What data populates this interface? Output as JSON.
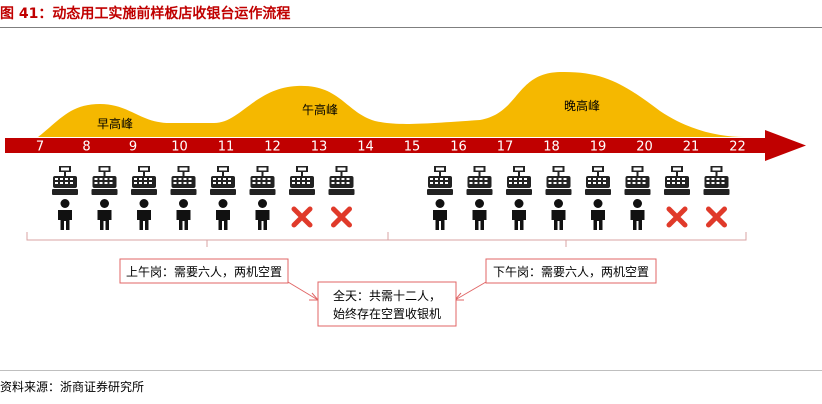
{
  "figure": {
    "title": "图 41：动态用工实施前样板店收银台运作流程",
    "source": "资料来源：浙商证券研究所"
  },
  "timeline": {
    "hours": [
      "7",
      "8",
      "9",
      "10",
      "11",
      "12",
      "13",
      "14",
      "15",
      "16",
      "17",
      "18",
      "19",
      "20",
      "21",
      "22"
    ],
    "peaks": [
      "早高峰",
      "午高峰",
      "晚高峰"
    ]
  },
  "shifts": {
    "morning": {
      "label": "上午岗：需要六人，两机空置",
      "stations": [
        "staffed",
        "staffed",
        "staffed",
        "staffed",
        "staffed",
        "staffed",
        "vacant",
        "vacant"
      ]
    },
    "afternoon": {
      "label": "下午岗：需要六人，两机空置",
      "stations": [
        "staffed",
        "staffed",
        "staffed",
        "staffed",
        "staffed",
        "staffed",
        "vacant",
        "vacant"
      ]
    }
  },
  "summary": {
    "line1": "全天：共需十二人，",
    "line2": "始终存在空置收银机"
  },
  "colors": {
    "title": "#c00000",
    "arrow": "#c00000",
    "peak_fill": "#f5b800",
    "vacant_mark": "#e03a2a",
    "brace": "#d9a3a3",
    "connector": "#e06666"
  }
}
